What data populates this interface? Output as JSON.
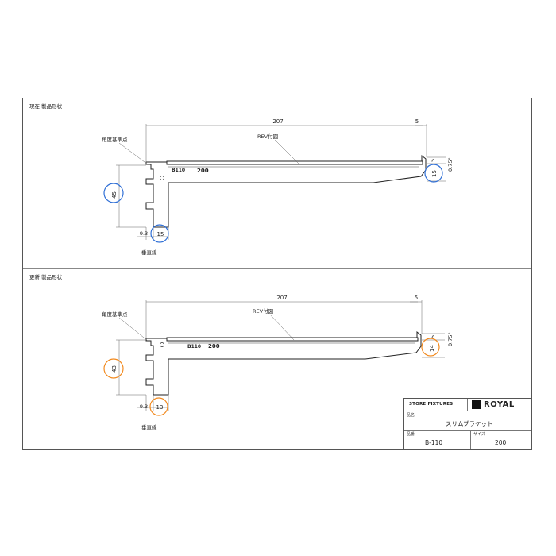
{
  "sections": [
    {
      "label": "現在 製品形状",
      "callouts": {
        "angle_ref": "角度基準点",
        "rev": "REV付図",
        "plumb": "垂直線"
      },
      "stamp": {
        "code": "B110",
        "size": "200"
      },
      "dimensions": {
        "length": "207",
        "tip": "5",
        "tip_height": "5",
        "angle": "0.75°",
        "tip_depth": "15",
        "height": "45",
        "offset": "9.3",
        "width": "15"
      },
      "highlight_color": "#2f6fd6"
    },
    {
      "label": "更新 製品形状",
      "callouts": {
        "angle_ref": "角度基準点",
        "rev": "REV付図",
        "plumb": "垂直線"
      },
      "stamp": {
        "code": "B110",
        "size": "200"
      },
      "dimensions": {
        "length": "207",
        "tip": "5",
        "tip_height": "5",
        "angle": "0.75°",
        "tip_depth": "14",
        "height": "43",
        "offset": "9.3",
        "width": "13"
      },
      "highlight_color": "#f28a1f"
    }
  ],
  "title_block": {
    "company": "STORE FIXTURES",
    "brand": "ROYAL",
    "name_label": "品名",
    "name_value": "スリムブラケット",
    "part_label": "品番",
    "part_value": "B-110",
    "size_label": "サイズ",
    "size_value": "200"
  }
}
